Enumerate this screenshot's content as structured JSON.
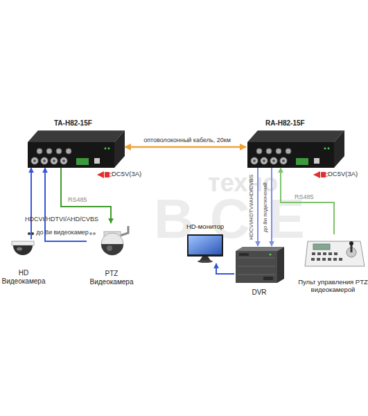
{
  "diagram": {
    "nodes": [
      {
        "text": [
          "TA-H82-15F"
        ]
      },
      {
        "text": [
          "RA-H82-15F"
        ]
      },
      {
        "text": [
          "HD Видеокамера"
        ]
      },
      {
        "text": [
          "PTZ Видеокамера"
        ]
      },
      {
        "text": [
          "HD-монитор"
        ]
      },
      {
        "text": [
          "DVR"
        ]
      },
      {
        "text": [
          "Пульт управления PTZ видеокамерой"
        ]
      }
    ],
    "edges": [
      {
        "from": 0,
        "to": 1,
        "arrow": "both",
        "label": "оптоволоконный кабель, 20км"
      },
      {
        "from": 2,
        "to": 0,
        "arrow": "to",
        "label": "HDCVI/HDTVI/AHD/CVBS"
      },
      {
        "from": 3,
        "to": 0,
        "arrow": "to"
      },
      {
        "from": 0,
        "to": 3,
        "arrow": "to",
        "label": "RS485"
      },
      {
        "from": 1,
        "to": 5,
        "arrow": "to",
        "label": "HDCVI/HDTVI/AHD/CVBS"
      },
      {
        "from": 1,
        "to": 5,
        "arrow": "to",
        "label": "до 8и подключений"
      },
      {
        "from": 5,
        "to": 4,
        "arrow": "to"
      },
      {
        "from": 6,
        "to": 1,
        "arrow": "to",
        "label": "RS485"
      }
    ],
    "labels": [
      "техно",
      "ВСЕ",
      "DC5V(3A)",
      "DC5V(3A)",
      "до 8и видеокамер"
    ]
  }
}
